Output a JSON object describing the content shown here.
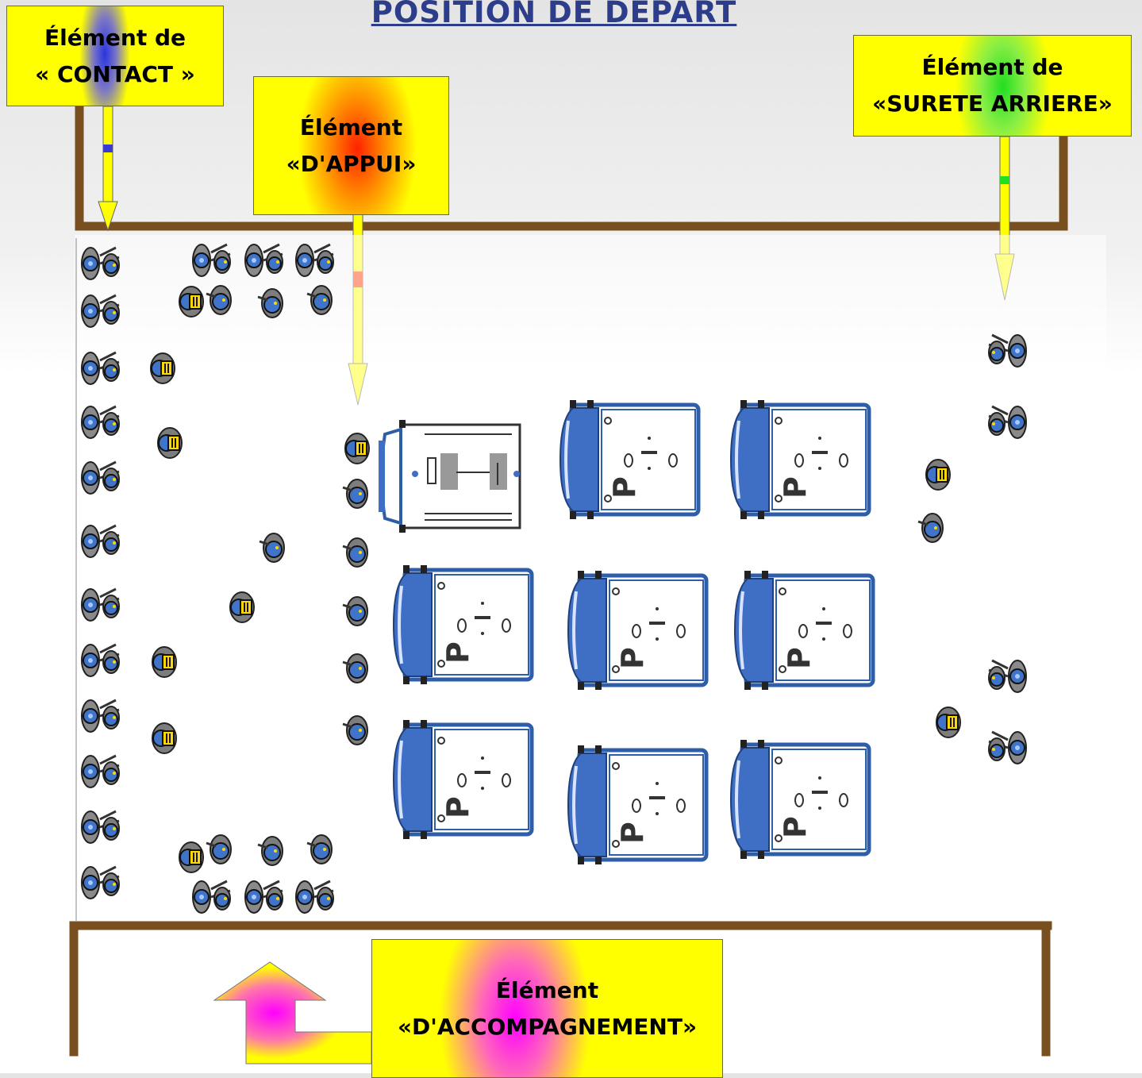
{
  "title": "POSITION DE DEPART",
  "boxes": {
    "contact": {
      "line1": "Élément  de",
      "line2": "« CONTACT »"
    },
    "appui": {
      "line1": "Élément",
      "line2": "«D'APPUI»"
    },
    "surete": {
      "line1": "Élément  de",
      "line2": "«SURETE ARRIERE»"
    },
    "accompagnement": {
      "line1": "Élément",
      "line2": "«D'ACCOMPAGNEMENT»"
    }
  },
  "colors": {
    "wall": "#7a4f1f",
    "box_fill": "#ffff00",
    "vehicle_blue": "#3f6fc4",
    "title": "#2c3d8c"
  },
  "icons": {
    "vehicle_marking": "P",
    "soldier": "helmet-rifle-icon",
    "radio_operator": "radio-icon",
    "command_vehicle": "truck-icon"
  }
}
